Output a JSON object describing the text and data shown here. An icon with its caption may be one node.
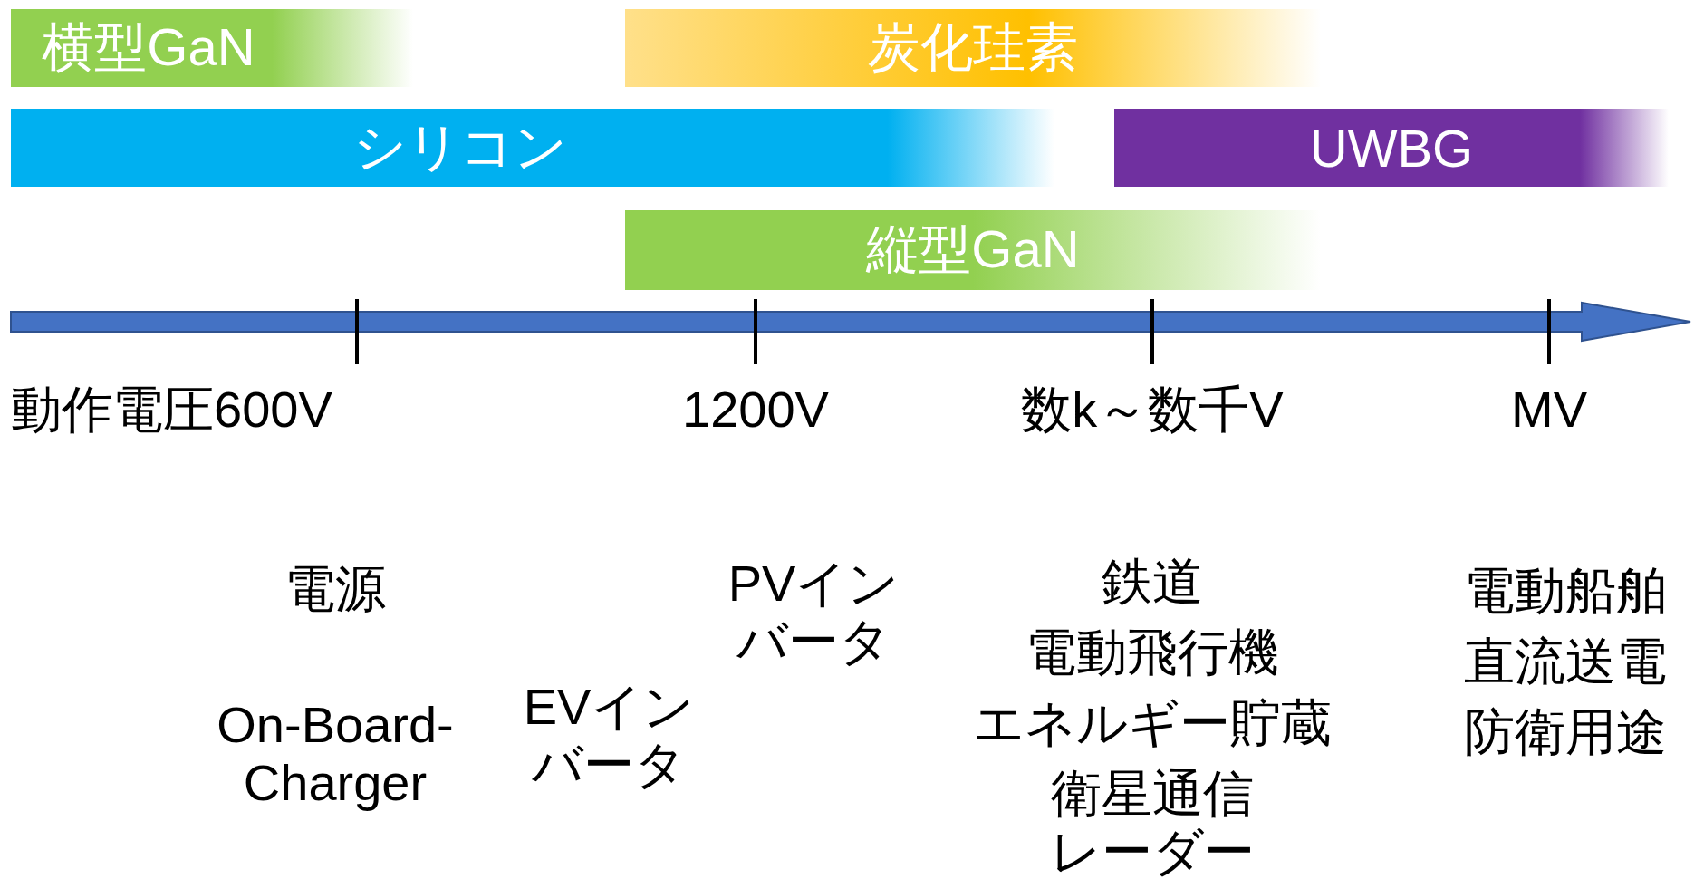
{
  "diagram": {
    "nodes": [
      {
        "text": [
          "横型GaN"
        ]
      },
      {
        "text": [
          "炭化珪素"
        ]
      },
      {
        "text": [
          "シリコン"
        ]
      },
      {
        "text": [
          "UWBG"
        ]
      },
      {
        "text": [
          "縦型GaN"
        ]
      }
    ],
    "labels": [
      "動作電圧600V",
      "1200V",
      "数k～数千V",
      "MV",
      "電源",
      "PVインバータ",
      "鉄道",
      "電動船舶",
      "電動飛行機",
      "直流送電",
      "On-Board-Charger",
      "EVインバータ",
      "エネルギー貯蔵",
      "防衛用途",
      "衛星通信",
      "レーダー"
    ]
  }
}
